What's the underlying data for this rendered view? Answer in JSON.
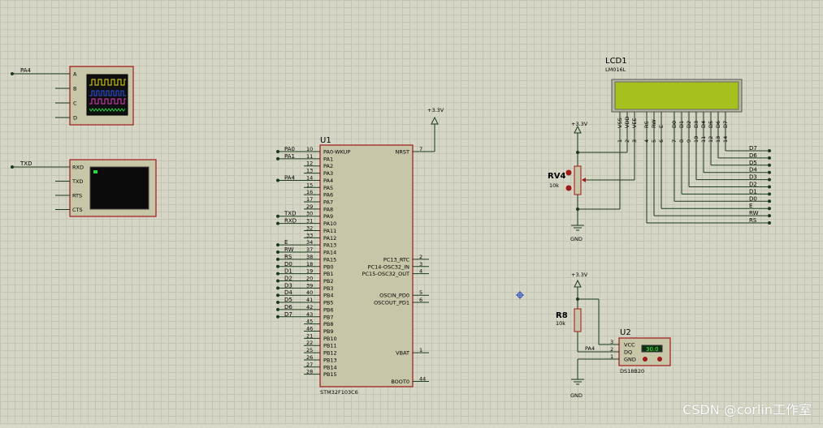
{
  "oscilloscope": {
    "probe_label": "PA4",
    "channels": [
      "A",
      "B",
      "C",
      "D"
    ]
  },
  "terminal": {
    "probe_label": "TXD",
    "pins": [
      "RXD",
      "TXD",
      "RTS",
      "CTS"
    ]
  },
  "mcu": {
    "ref": "U1",
    "part": "STM32F103C6",
    "left_pins": [
      {
        "num": "10",
        "name": "PA0-WKUP",
        "net": "PA0"
      },
      {
        "num": "11",
        "name": "PA1",
        "net": "PA1"
      },
      {
        "num": "12",
        "name": "PA2",
        "net": ""
      },
      {
        "num": "13",
        "name": "PA3",
        "net": ""
      },
      {
        "num": "14",
        "name": "PA4",
        "net": "PA4"
      },
      {
        "num": "15",
        "name": "PA5",
        "net": ""
      },
      {
        "num": "16",
        "name": "PA6",
        "net": ""
      },
      {
        "num": "17",
        "name": "PA7",
        "net": ""
      },
      {
        "num": "29",
        "name": "PA8",
        "net": ""
      },
      {
        "num": "30",
        "name": "PA9",
        "net": "TXD"
      },
      {
        "num": "31",
        "name": "PA10",
        "net": "RXD"
      },
      {
        "num": "32",
        "name": "PA11",
        "net": ""
      },
      {
        "num": "33",
        "name": "PA12",
        "net": ""
      },
      {
        "num": "34",
        "name": "PA13",
        "net": "E"
      },
      {
        "num": "37",
        "name": "PA14",
        "net": "RW"
      },
      {
        "num": "38",
        "name": "PA15",
        "net": "RS"
      },
      {
        "num": "18",
        "name": "PB0",
        "net": "D0"
      },
      {
        "num": "19",
        "name": "PB1",
        "net": "D1"
      },
      {
        "num": "20",
        "name": "PB2",
        "net": "D2"
      },
      {
        "num": "39",
        "name": "PB3",
        "net": "D3"
      },
      {
        "num": "40",
        "name": "PB4",
        "net": "D4"
      },
      {
        "num": "41",
        "name": "PB5",
        "net": "D5"
      },
      {
        "num": "42",
        "name": "PB6",
        "net": "D6"
      },
      {
        "num": "43",
        "name": "PB7",
        "net": "D7"
      },
      {
        "num": "45",
        "name": "PB8",
        "net": ""
      },
      {
        "num": "46",
        "name": "PB9",
        "net": ""
      },
      {
        "num": "21",
        "name": "PB10",
        "net": ""
      },
      {
        "num": "22",
        "name": "PB11",
        "net": ""
      },
      {
        "num": "25",
        "name": "PB12",
        "net": ""
      },
      {
        "num": "26",
        "name": "PB13",
        "net": ""
      },
      {
        "num": "27",
        "name": "PB14",
        "net": ""
      },
      {
        "num": "28",
        "name": "PB15",
        "net": ""
      }
    ],
    "right_pins": [
      {
        "num": "7",
        "name": "NRST",
        "row": 0
      },
      {
        "num": "2",
        "name": "PC13_RTC",
        "row": 15
      },
      {
        "num": "3",
        "name": "PC14-OSC32_IN",
        "row": 16
      },
      {
        "num": "4",
        "name": "PC15-OSC32_OUT",
        "row": 17
      },
      {
        "num": "5",
        "name": "OSCIN_PD0",
        "row": 20
      },
      {
        "num": "6",
        "name": "OSCOUT_PD1",
        "row": 21
      },
      {
        "num": "1",
        "name": "VBAT",
        "row": 28
      },
      {
        "num": "44",
        "name": "BOOT0",
        "row": 32
      }
    ],
    "nrst_power": "+3.3V"
  },
  "lcd": {
    "ref": "LCD1",
    "part": "LM016L",
    "pins": [
      {
        "name": "VSS",
        "num": "1"
      },
      {
        "name": "VDD",
        "num": "2"
      },
      {
        "name": "VEE",
        "num": "3"
      },
      {
        "name": "RS",
        "num": "4"
      },
      {
        "name": "RW",
        "num": "5"
      },
      {
        "name": "E",
        "num": "6"
      },
      {
        "name": "D0",
        "num": "7"
      },
      {
        "name": "D1",
        "num": "8"
      },
      {
        "name": "D2",
        "num": "9"
      },
      {
        "name": "D3",
        "num": "10"
      },
      {
        "name": "D4",
        "num": "11"
      },
      {
        "name": "D5",
        "num": "12"
      },
      {
        "name": "D6",
        "num": "13"
      },
      {
        "name": "D7",
        "num": "14"
      }
    ],
    "bus_labels": [
      "D7",
      "D6",
      "D5",
      "D4",
      "D3",
      "D2",
      "D1",
      "D0",
      "E",
      "RW",
      "RS"
    ],
    "power": "+3.3V",
    "ground": "GND"
  },
  "pot": {
    "ref": "RV4",
    "value": "10k"
  },
  "resistor": {
    "ref": "R8",
    "value": "10k",
    "power": "+3.3V",
    "ground": "GND"
  },
  "sensor": {
    "ref": "U2",
    "part": "DS18B20",
    "pins": [
      "VCC",
      "DQ",
      "GND"
    ],
    "pin_nums": [
      "3",
      "2",
      "1"
    ],
    "reading": "30.0",
    "net": "PA4"
  },
  "watermark": "CSDN @corlin工作室",
  "colors": {
    "part_fill": "#c7c6a8",
    "part_border": "#a01818",
    "lcd_glass": "#a6c11e",
    "wire": "#1a3a1a"
  }
}
